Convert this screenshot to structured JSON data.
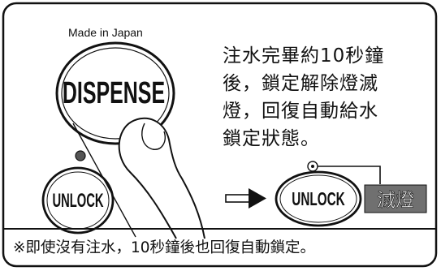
{
  "label": {
    "made_in": "Made in Japan",
    "dispense": "DISPENSE",
    "unlock_left": "UNLOCK",
    "unlock_right": "UNLOCK",
    "lamp_off": "滅燈"
  },
  "note": {
    "lines": [
      "注水完畢約10秒鐘",
      "後，鎖定解除燈滅",
      "燈，回復自動給水",
      "鎖定狀態。"
    ]
  },
  "footer": "※即使沒有注水，10秒鐘後也回復自動鎖定。",
  "icons": [
    "finger-press-icon",
    "arrow-right-icon",
    "lamp-indicator-icon"
  ]
}
